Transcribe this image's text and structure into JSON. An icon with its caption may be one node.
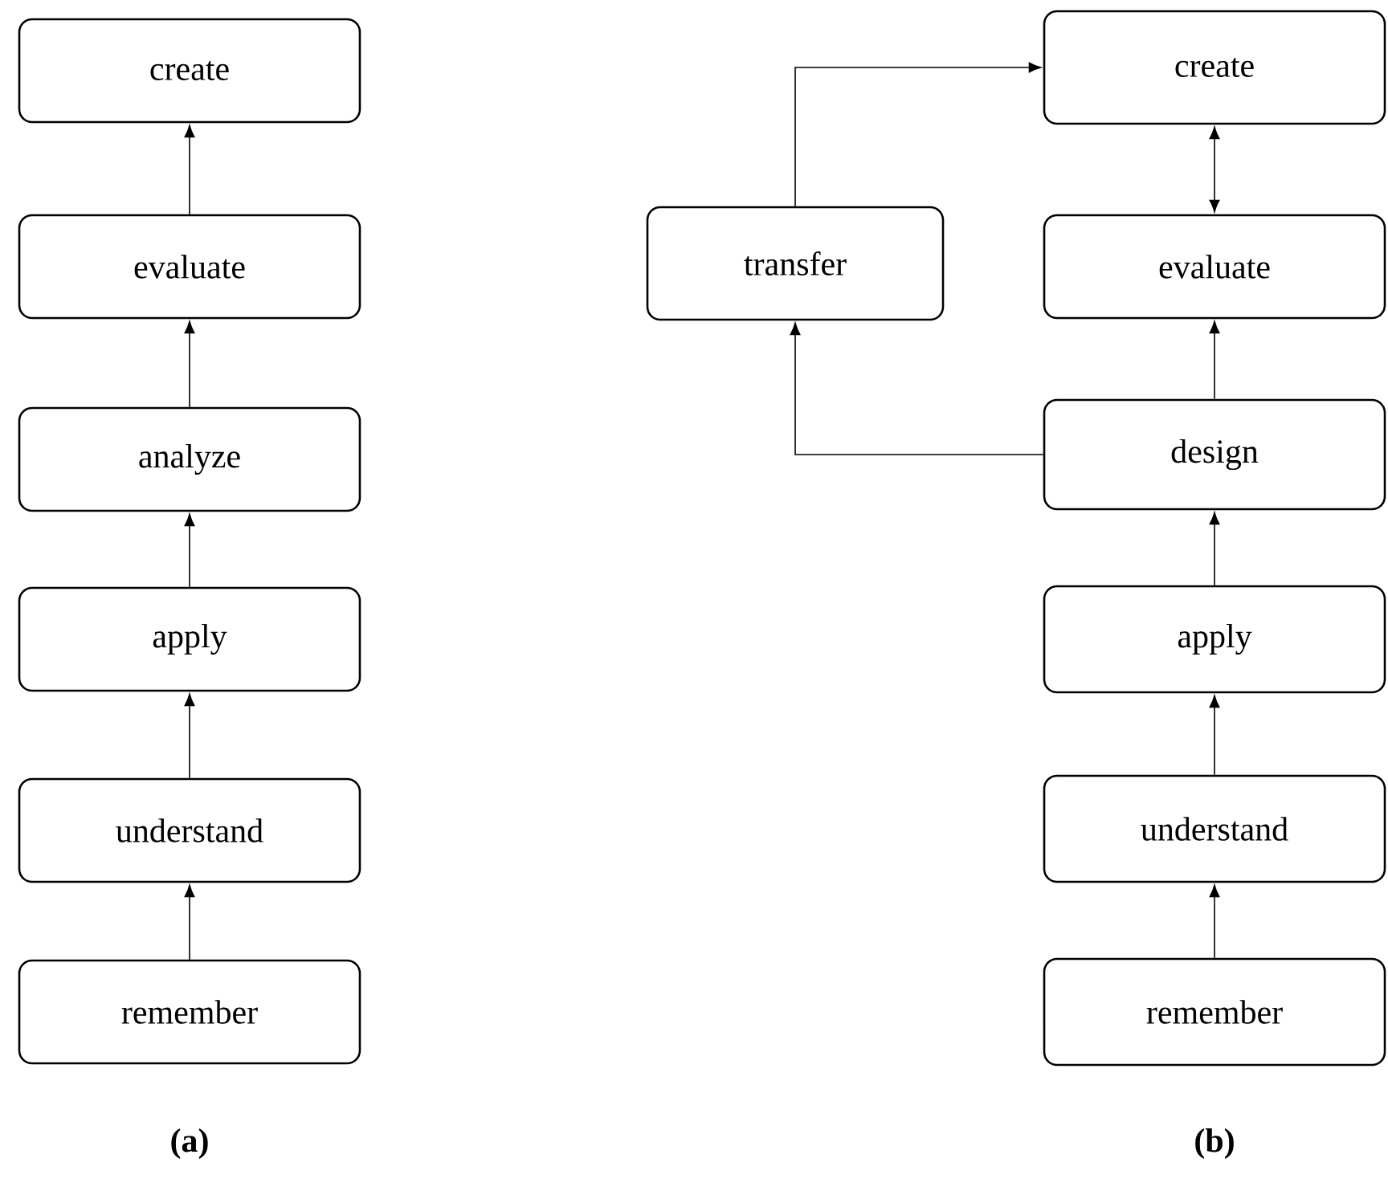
{
  "diagram": {
    "nodes": [
      {
        "text": [
          "create"
        ]
      },
      {
        "text": [
          "evaluate"
        ]
      },
      {
        "text": [
          "analyze"
        ]
      },
      {
        "text": [
          "apply"
        ]
      },
      {
        "text": [
          "understand"
        ]
      },
      {
        "text": [
          "remember"
        ]
      },
      {
        "text": [
          "create"
        ]
      },
      {
        "text": [
          "transfer"
        ]
      },
      {
        "text": [
          "evaluate"
        ]
      },
      {
        "text": [
          "design"
        ]
      },
      {
        "text": [
          "apply"
        ]
      },
      {
        "text": [
          "understand"
        ]
      },
      {
        "text": [
          "remember"
        ]
      }
    ],
    "edges": [
      {
        "from": 5,
        "to": 4,
        "arrow": "to"
      },
      {
        "from": 4,
        "to": 3,
        "arrow": "to"
      },
      {
        "from": 3,
        "to": 2,
        "arrow": "to"
      },
      {
        "from": 2,
        "to": 1,
        "arrow": "to"
      },
      {
        "from": 1,
        "to": 0,
        "arrow": "to"
      },
      {
        "from": 12,
        "to": 11,
        "arrow": "to"
      },
      {
        "from": 11,
        "to": 10,
        "arrow": "to"
      },
      {
        "from": 10,
        "to": 9,
        "arrow": "to"
      },
      {
        "from": 9,
        "to": 8,
        "arrow": "to"
      },
      {
        "from": 8,
        "to": 6,
        "arrow": "both"
      },
      {
        "from": 9,
        "to": 7,
        "arrow": "to"
      },
      {
        "from": 7,
        "to": 6,
        "arrow": "to"
      }
    ],
    "labels": [
      "(a)",
      "(b)"
    ]
  }
}
